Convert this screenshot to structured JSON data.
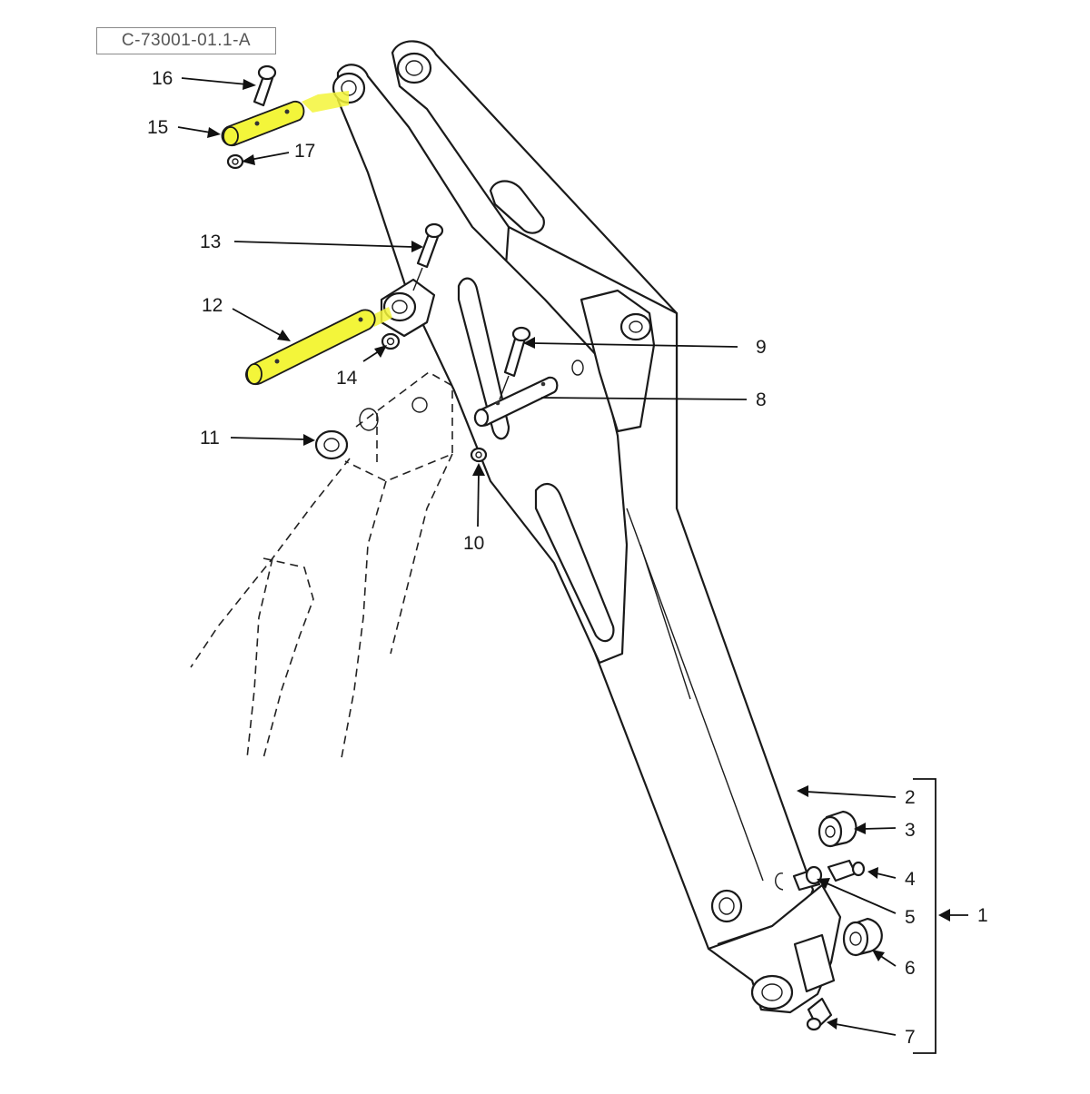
{
  "drawing_id": "C-73001-01.1-A",
  "callouts": {
    "c1": "1",
    "c2": "2",
    "c3": "3",
    "c4": "4",
    "c5": "5",
    "c6": "6",
    "c7": "7",
    "c8": "8",
    "c9": "9",
    "c10": "10",
    "c11": "11",
    "c12": "12",
    "c13": "13",
    "c14": "14",
    "c15": "15",
    "c16": "16",
    "c17": "17"
  },
  "colors": {
    "highlight": "#f3f53a",
    "line": "#1a1a1a",
    "label_box_border": "#8a8a8a"
  }
}
